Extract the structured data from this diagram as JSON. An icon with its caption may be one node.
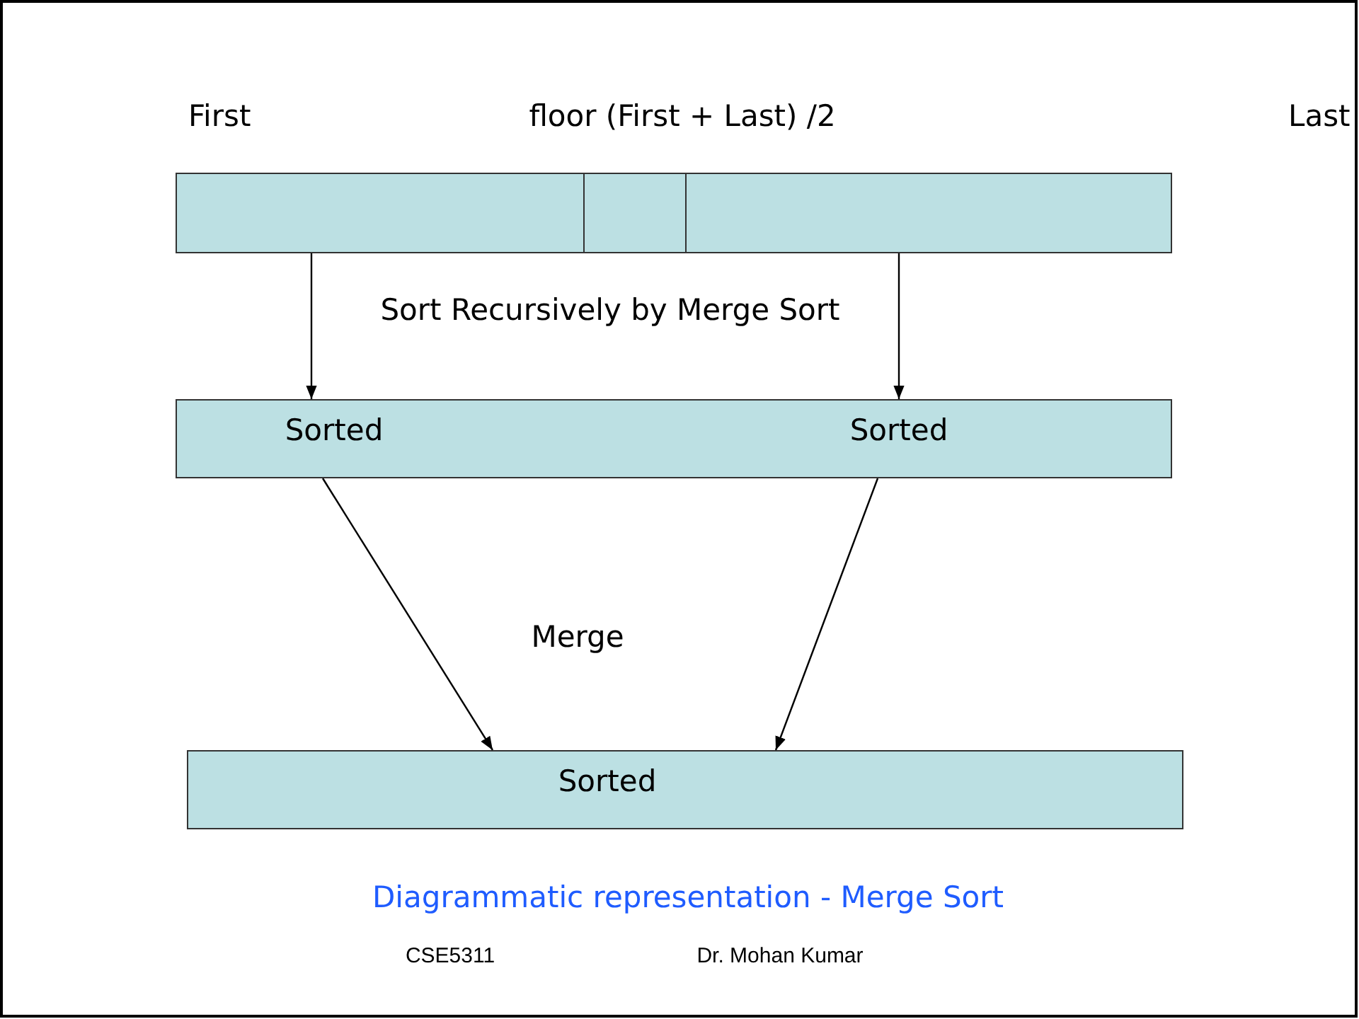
{
  "diagram": {
    "caption": "Diagrammatic representation - Merge Sort",
    "nodes": [
      {
        "text": [],
        "shape": "box"
      },
      {
        "text": [],
        "shape": "box"
      },
      {
        "text": [],
        "shape": "box"
      },
      {
        "text": [
          "Sorted",
          "Sorted"
        ]
      },
      {
        "text": [
          "Sorted"
        ]
      }
    ],
    "edges": [
      {
        "from": 0,
        "to": 3,
        "arrow": "to"
      },
      {
        "from": 2,
        "to": 3,
        "arrow": "to"
      },
      {
        "from": 3,
        "to": 4,
        "arrow": "to"
      },
      {
        "from": 3,
        "to": 4,
        "arrow": "to"
      }
    ],
    "labels": [
      "First",
      "floor (First + Last) /2",
      "Last",
      "Sort Recursively by Merge Sort",
      "Merge",
      "CSE5311",
      "Dr. Mohan Kumar"
    ]
  }
}
